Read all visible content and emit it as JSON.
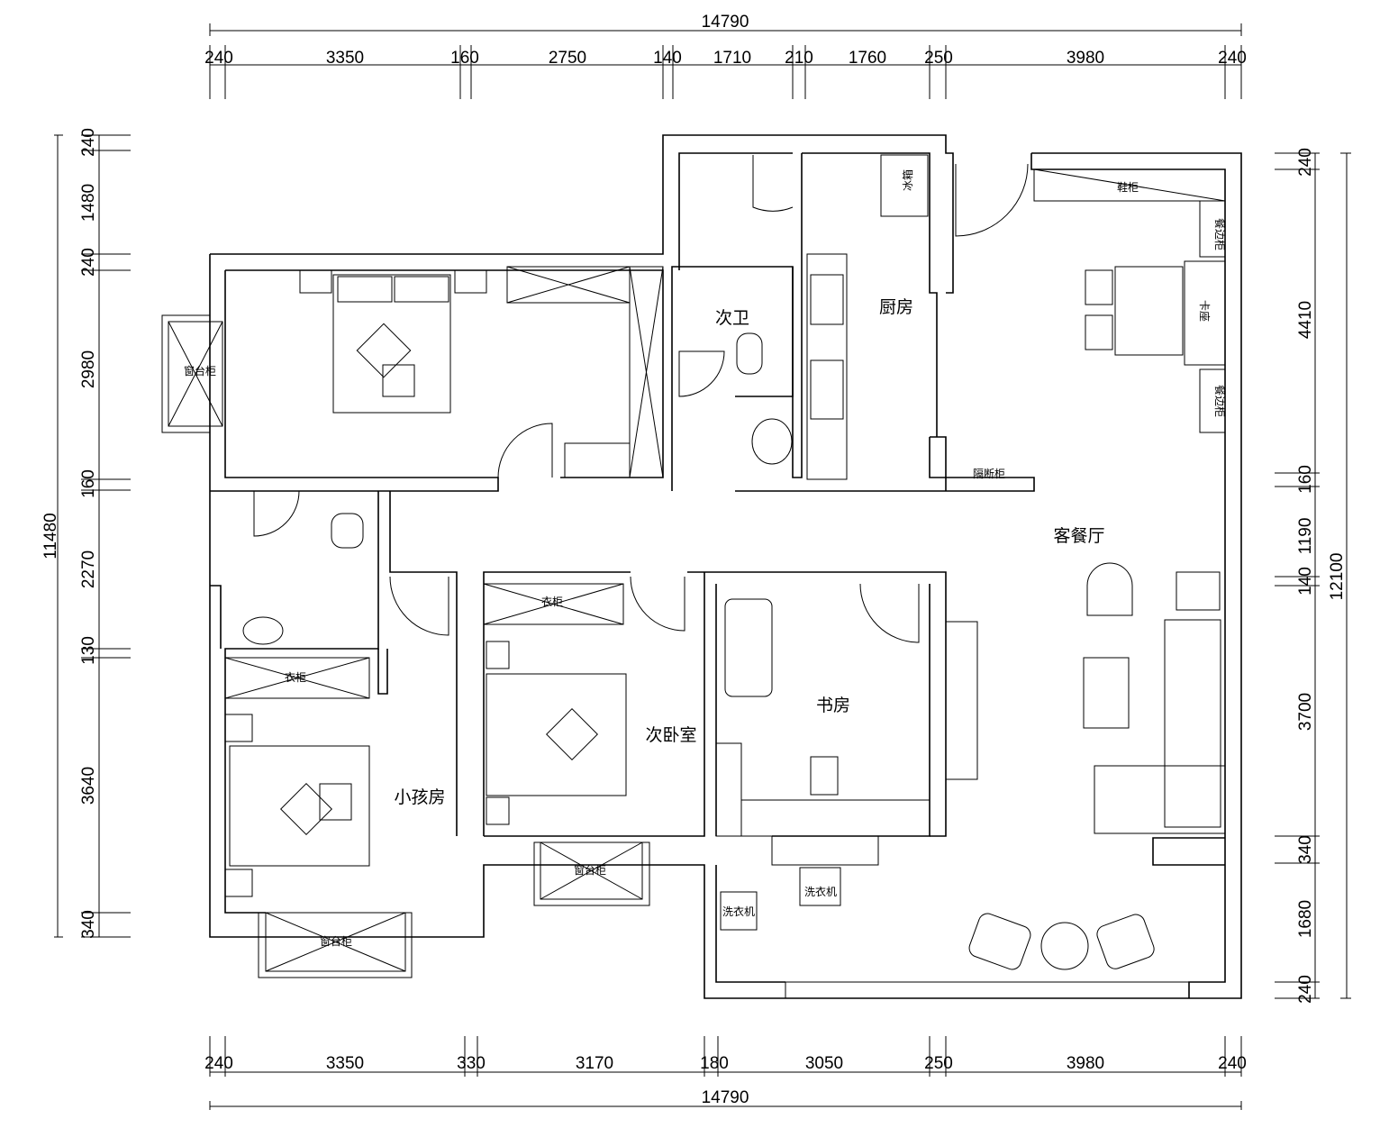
{
  "dimensions": {
    "top_total": "14790",
    "top": [
      "240",
      "3350",
      "160",
      "2750",
      "140",
      "1710",
      "210",
      "1760",
      "250",
      "3980",
      "240"
    ],
    "bottom_total": "14790",
    "bottom": [
      "240",
      "3350",
      "330",
      "3170",
      "180",
      "3050",
      "250",
      "3980",
      "240"
    ],
    "left_total": "11480",
    "left": [
      "240",
      "1480",
      "240",
      "2980",
      "160",
      "2270",
      "130",
      "3640",
      "340"
    ],
    "right_total": "12100",
    "right": [
      "240",
      "4410",
      "160",
      "1190",
      "140",
      "3700",
      "340",
      "1680",
      "240"
    ]
  },
  "rooms": {
    "secondary_bath": "次卫",
    "kitchen": "厨房",
    "living_dining": "客餐厅",
    "second_bedroom": "次卧室",
    "study": "书房",
    "kids_room": "小孩房"
  },
  "furniture": {
    "fridge": "冰箱",
    "shoe_cabinet": "鞋柜",
    "sideboard_1": "餐边柜",
    "sideboard_2": "餐边柜",
    "booth": "卡座",
    "window_cabinet_master": "窗台柜",
    "partition_cabinet": "隔断柜",
    "wardrobe_second": "衣柜",
    "wardrobe_kids": "衣柜",
    "window_cabinet_second": "窗台柜",
    "window_cabinet_kids": "窗台柜",
    "washer_1": "洗衣机",
    "washer_2": "洗衣机"
  }
}
